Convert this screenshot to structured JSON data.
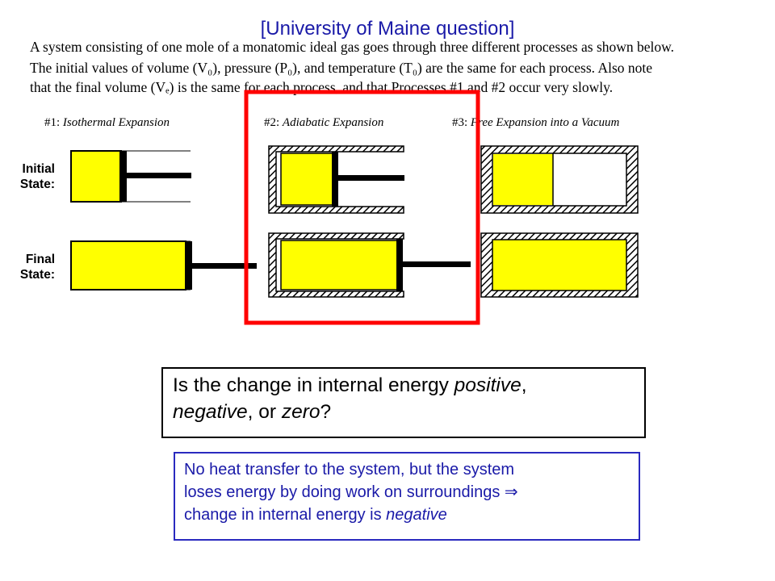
{
  "source": "[University of Maine question]",
  "intro": {
    "line1": "A system consisting of one mole of a monatomic ideal gas goes through three different processes as shown below.",
    "line2": "The initial values of volume (V₀), pressure (P₀), and temperature (T₀) are the same for each process.  Also note",
    "line3": "that the final volume (Vₑ) is the same for each process, and that Processes #1 and #2 occur very slowly."
  },
  "processes": [
    {
      "number": "#1",
      "name": "Isothermal Expansion"
    },
    {
      "number": "#2",
      "name": "Adiabatic Expansion"
    },
    {
      "number": "#3",
      "name": "Free Expansion into a Vacuum"
    }
  ],
  "states": {
    "initial_line1": "Initial",
    "initial_line2": "State:",
    "final_line1": "Final",
    "final_line2": "State:"
  },
  "question": {
    "text1": "Is the change in internal energy ",
    "positive": "positive",
    "text2": ", ",
    "negative": "negative",
    "text3": ", or ",
    "zero": "zero",
    "text4": "?"
  },
  "answer": {
    "line1": "No heat transfer to the system, but the system",
    "line2": "loses energy by doing work on surroundings ⇒",
    "line3a": "change  in internal energy is ",
    "line3b": "negative"
  },
  "colors": {
    "gas": "#ffff00",
    "highlight": "#ff0000",
    "source_text": "#1a1aa8",
    "answer_border": "#2a2abf"
  }
}
